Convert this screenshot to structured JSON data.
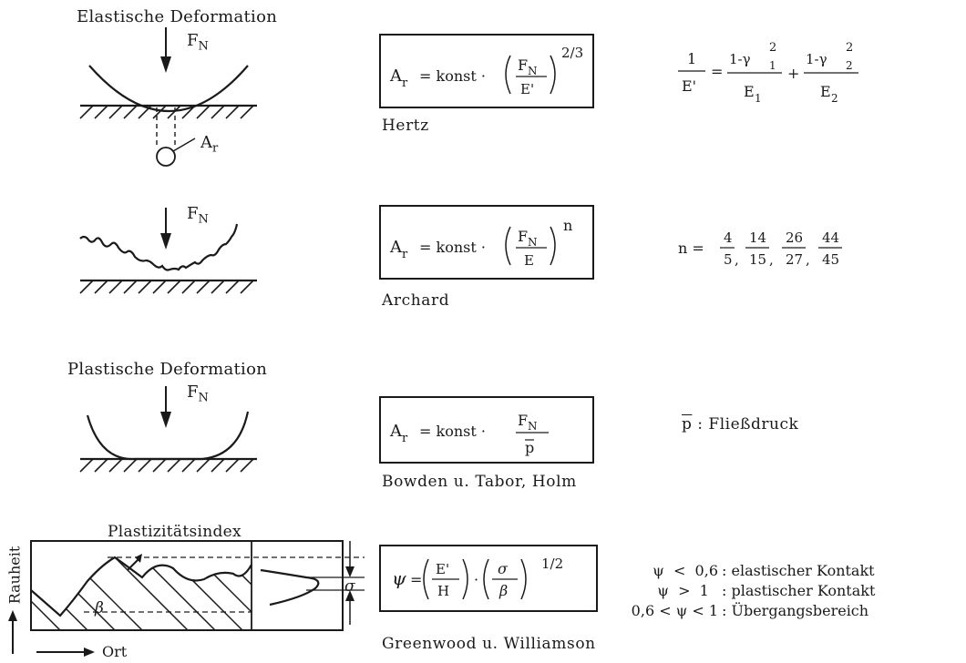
{
  "sections": [
    {
      "heading": "Elastische Deformation",
      "force_label": "F",
      "force_sub": "N",
      "area_label": "A",
      "area_sub": "r",
      "formula": {
        "lhs": "A",
        "lhs_sub": "r",
        "eq": "= konst ·",
        "num": "F",
        "num_sub": "N",
        "den": "E'",
        "exponent": "2/3"
      },
      "caption": "Hertz",
      "side": {
        "type": "modulus",
        "lhs_num": "1",
        "lhs_den": "E'",
        "eq": "=",
        "t1_num": "1-γ",
        "t1_sup": "2",
        "t1_sub": "1",
        "t1_den": "E",
        "t1_den_sub": "1",
        "plus": "+",
        "t2_num": "1-γ",
        "t2_sup": "2",
        "t2_sub": "2",
        "t2_den": "E",
        "t2_den_sub": "2"
      }
    },
    {
      "heading": "",
      "force_label": "F",
      "force_sub": "N",
      "formula": {
        "lhs": "A",
        "lhs_sub": "r",
        "eq": "= konst ·",
        "num": "F",
        "num_sub": "N",
        "den": "E",
        "exponent": "n"
      },
      "caption": "Archard",
      "side": {
        "type": "exponents",
        "lhs": "n =",
        "fractions": [
          {
            "num": "4",
            "den": "5"
          },
          {
            "num": "14",
            "den": "15"
          },
          {
            "num": "26",
            "den": "27"
          },
          {
            "num": "44",
            "den": "45"
          }
        ]
      }
    },
    {
      "heading": "Plastische Deformation",
      "force_label": "F",
      "force_sub": "N",
      "formula": {
        "lhs": "A",
        "lhs_sub": "r",
        "eq": "= konst  ·",
        "num": "F",
        "num_sub": "N",
        "den": "p"
      },
      "caption": "Bowden u. Tabor, Holm",
      "side": {
        "type": "text",
        "symbol": "p",
        "text": ": Fließdruck"
      }
    },
    {
      "heading": "Plastizitätsindex",
      "y_axis": "Rauheit",
      "x_axis": "Ort",
      "beta_label": "β",
      "sigma_label": "σ",
      "formula": {
        "lhs": "ψ",
        "eq": "=",
        "f1_num": "E'",
        "f1_den": "H",
        "dot": "·",
        "f2_num": "σ",
        "f2_den": "β",
        "exponent": "1/2"
      },
      "caption": "Greenwood u. Williamson",
      "side": {
        "type": "conditions",
        "rows": [
          {
            "left": "ψ  <  0,6",
            "right": ": elastischer Kontakt"
          },
          {
            "left": "ψ  >  1  ",
            "right": ": plastischer Kontakt"
          },
          {
            "left": "0,6 < ψ < 1",
            "right": ": Übergangsbereich"
          }
        ]
      }
    }
  ]
}
